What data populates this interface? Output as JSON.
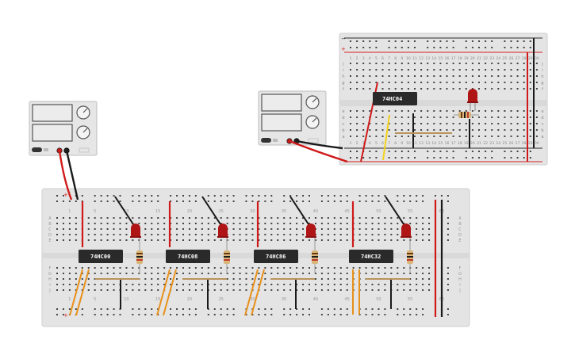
{
  "colors": {
    "breadboard": "#e4e4e4",
    "breadboard_edge": "#cfcfcf",
    "hole": "#444444",
    "rail_red": "#d42020",
    "rail_blue": "#2b2b2b",
    "chip": "#2a2a2a",
    "led": "#b01515",
    "wire_red": "#d01a1a",
    "wire_black": "#1a1a1a",
    "wire_orange": "#e8901a",
    "wire_yellow": "#f2d21a",
    "wire_tan": "#b8935a",
    "supply_body": "#e6e6e6",
    "supply_display": "#ececec"
  },
  "chips": {
    "c1": "74HC00",
    "c2": "74HC08",
    "c3": "74HC86",
    "c4": "74HC32",
    "c5": "74HC04"
  },
  "main_board_labels": {
    "col_markers": [
      "1",
      "5",
      "10",
      "15",
      "20",
      "25",
      "30",
      "35",
      "40",
      "45",
      "50",
      "55",
      "60"
    ],
    "row_letters_top": [
      "A",
      "B",
      "C",
      "D",
      "E"
    ],
    "row_letters_bottom": [
      "F",
      "G",
      "H",
      "I",
      "J"
    ]
  },
  "small_board_labels": {
    "columns": [
      "1",
      "2",
      "3",
      "4",
      "5",
      "6",
      "7",
      "8",
      "9",
      "10",
      "11",
      "12",
      "13",
      "14",
      "15",
      "16",
      "17",
      "18",
      "19",
      "20",
      "21",
      "22",
      "23",
      "24",
      "25",
      "26",
      "27",
      "28",
      "29",
      "30"
    ],
    "row_letters_top": [
      "j",
      "i",
      "h",
      "g",
      "f"
    ],
    "row_letters_bottom": [
      "e",
      "d",
      "c",
      "b",
      "a"
    ]
  },
  "rail_signs": {
    "plus": "+",
    "minus": "−"
  }
}
